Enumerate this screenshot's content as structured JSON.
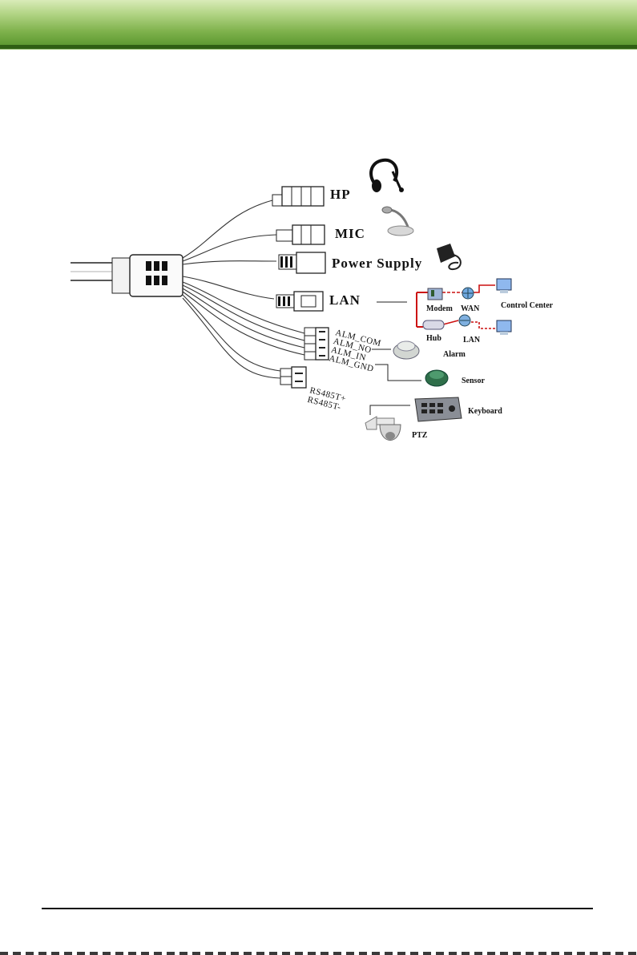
{
  "diagram": {
    "ports": {
      "hp": "HP",
      "mic": "MIC",
      "power": "Power Supply",
      "lan": "LAN"
    },
    "alarm_pins": [
      "ALM_COM",
      "ALM_NO",
      "ALM_IN",
      "ALM_GND"
    ],
    "rs485_pins": [
      "RS485T+",
      "RS485T-"
    ],
    "devices": {
      "modem": "Modem",
      "wan": "WAN",
      "control_center": "Control Center",
      "hub": "Hub",
      "lan2": "LAN",
      "alarm": "Alarm",
      "sensor": "Sensor",
      "keyboard": "Keyboard",
      "ptz": "PTZ"
    }
  }
}
